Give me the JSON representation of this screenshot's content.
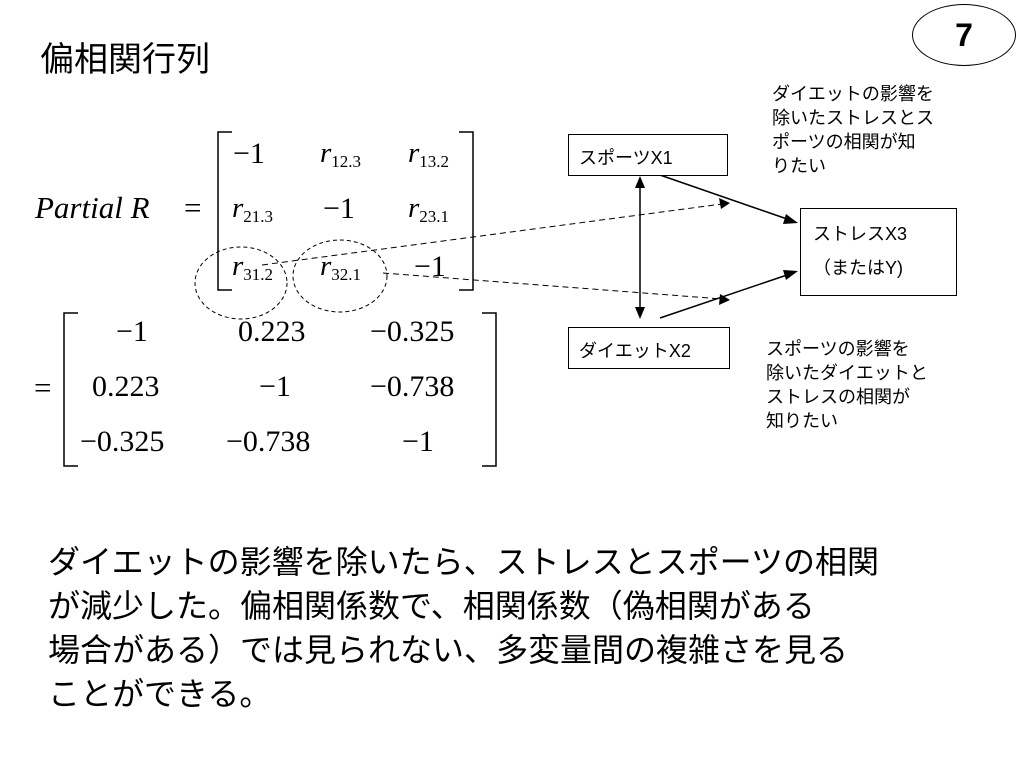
{
  "title": "偏相関行列",
  "page_number": "7",
  "formula": {
    "lhs_label": "Partial R",
    "eq": "=",
    "symbolic": {
      "row1": {
        "c1": "−1",
        "c2_r": "r",
        "c2_sub": "12.3",
        "c3_r": "r",
        "c3_sub": "13.2"
      },
      "row2": {
        "c1_r": "r",
        "c1_sub": "21.3",
        "c2": "−1",
        "c3_r": "r",
        "c3_sub": "23.1"
      },
      "row3": {
        "c1_r": "r",
        "c1_sub": "31.2",
        "c2_r": "r",
        "c2_sub": "32.1",
        "c3": "−1"
      }
    },
    "numeric": {
      "row1": [
        "−1",
        "0.223",
        "−0.325"
      ],
      "row2": [
        "0.223",
        "−1",
        "−0.738"
      ],
      "row3": [
        "−0.325",
        "−0.738",
        "−1"
      ]
    }
  },
  "diagram": {
    "sports_box": "スポーツX1",
    "diet_box": "ダイエットX2",
    "stress_box": {
      "line1": "ストレスX3",
      "line2": "（またはY)"
    },
    "note_top": "ダイエットの影響を\n除いたストレスとス\nポーツの相関が知\nりたい",
    "note_bottom": "スポーツの影響を\n除いたダイエットと\nストレスの相関が\n知りたい"
  },
  "summary": "ダイエットの影響を除いたら、ストレスとスポーツの相関\nが減少した。偏相関係数で、相関係数（偽相関がある\n場合がある）では見られない、多変量間の複雑さを見る\nことができる。"
}
